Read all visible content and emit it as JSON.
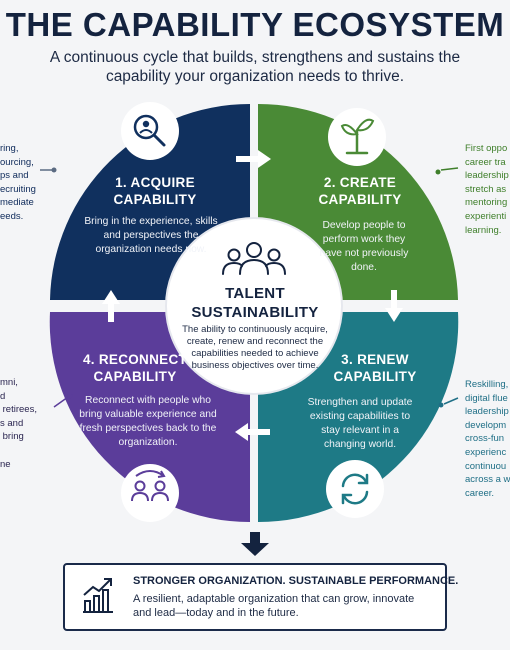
{
  "title": "THE CAPABILITY ECOSYSTEM",
  "subtitle": "A continuous cycle that builds, strengthens and sustains the capability your organization needs to thrive.",
  "quadrants": [
    {
      "title_line1": "1. ACQUIRE",
      "title_line2": "CAPABILITY",
      "description": "Bring in the experience, skills and perspectives the organization needs now.",
      "icon": "search-person-icon",
      "color": "#10305e"
    },
    {
      "title_line1": "2. CREATE",
      "title_line2": "CAPABILITY",
      "description": "Develop people to perform work they have not previously done.",
      "icon": "sprout-icon",
      "color": "#4a8a36"
    },
    {
      "title_line1": "3. RENEW",
      "title_line2": "CAPABILITY",
      "description": "Strengthen and update existing capabilities to stay relevant in a changing world.",
      "icon": "refresh-icon",
      "color": "#1e7a86"
    },
    {
      "title_line1": "4. RECONNECT",
      "title_line2": "CAPABILITY",
      "description": "Reconnect with people who bring valuable experience and fresh perspectives back to the organization.",
      "icon": "reconnect-people-icon",
      "color": "#5b3d9a"
    }
  ],
  "center": {
    "title_line1": "TALENT",
    "title_line2": "SUSTAINABILITY",
    "description": "The ability to continuously acquire, create, renew and reconnect the capabilities needed to achieve business objectives over time.",
    "icon": "team-icon"
  },
  "side_notes": {
    "top_left": "ring,\nourcing,\nps and\necruiting\nmediate\needs.",
    "bottom_left": "mni,\nd\n retirees,\ns and\n bring\n\nne",
    "top_right": "First oppo\ncareer tra\nleadership\nstretch as\nmentoring\nexperienti\nlearning.",
    "bottom_right": "Reskilling,\ndigital flue\nleadership\ndevelopm\ncross-fun\nexperienc\ncontinuou\nacross a w\ncareer."
  },
  "footer": {
    "heading": "STRONGER ORGANIZATION. SUSTAINABLE PERFORMANCE.",
    "description": "A resilient, adaptable organization that can grow, innovate and lead—today and in the future.",
    "icon": "growth-chart-icon"
  }
}
